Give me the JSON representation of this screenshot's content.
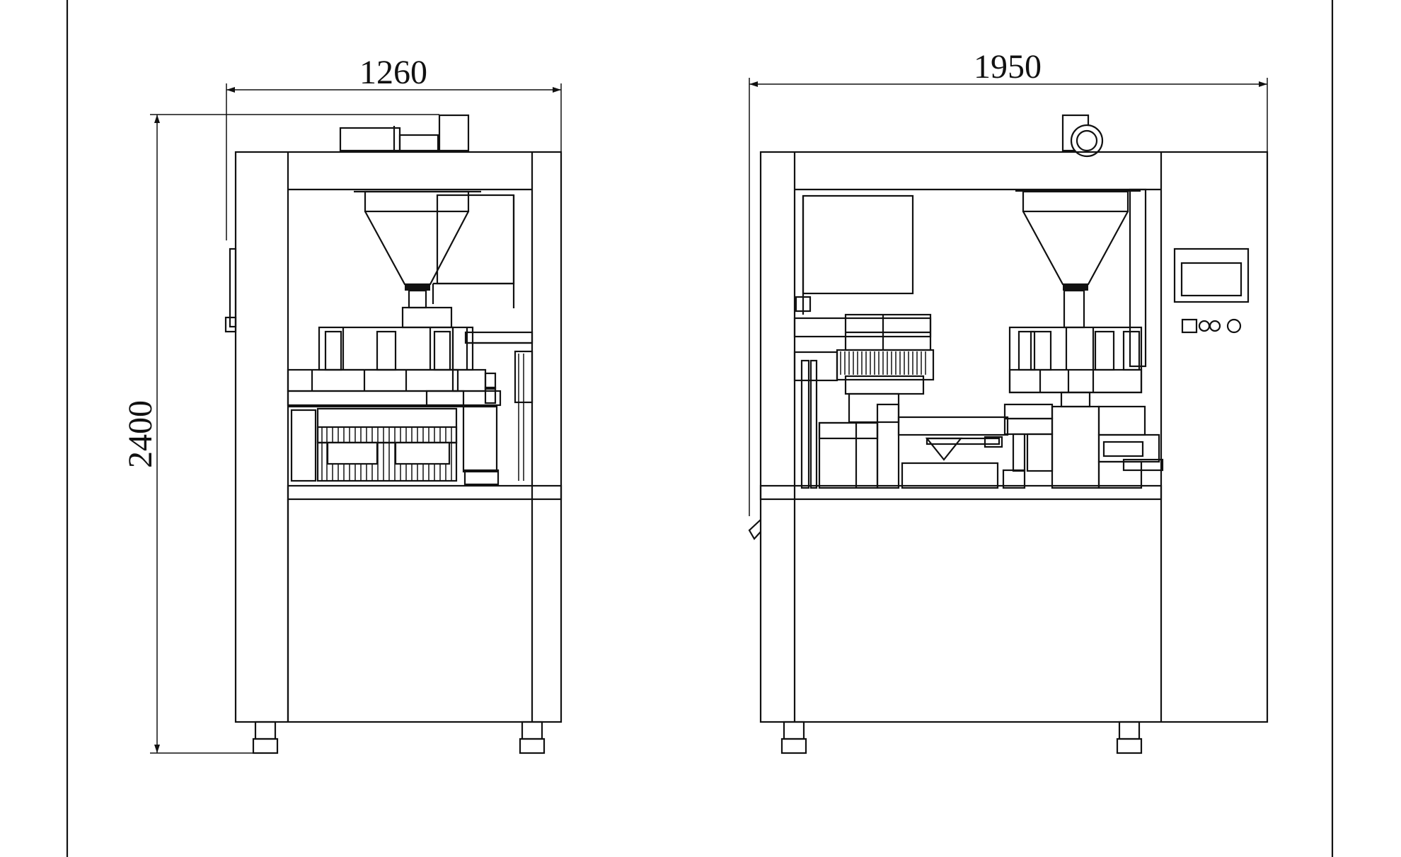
{
  "dimensions": {
    "left_view_width": "1260",
    "height": "2400",
    "right_view_width": "1950"
  }
}
